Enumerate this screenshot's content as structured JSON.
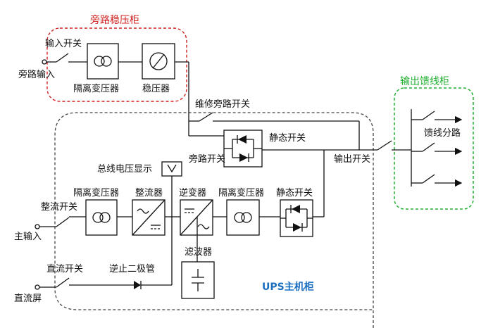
{
  "labels": {
    "bypass_cabinet": "旁路稳压柜",
    "input_switch": "输入开关",
    "bypass_input": "旁路输入",
    "isolation_transformer": "隔离变压器",
    "regulator": "稳压器",
    "maintenance_bypass_switch": "维修旁路开关",
    "static_switch": "静态开关",
    "bypass_switch": "旁路开关",
    "output_switch": "输出开关",
    "bus_voltage_display": "总线电压显示",
    "rectifier": "整流器",
    "inverter": "逆变器",
    "rectifier_switch": "整流开关",
    "main_input": "主输入",
    "filter": "滤波器",
    "dc_switch": "直流开关",
    "blocking_diode": "逆止二极管",
    "dc_screen": "直流屏",
    "ups_cabinet": "UPS主机柜",
    "output_feeder_cabinet": "输出馈线柜",
    "feeder_branch": "馈线分路"
  },
  "colors": {
    "bypass_cabinet_border": "#d02020",
    "ups_cabinet_border": "#444444",
    "feeder_cabinet_border": "#22b032",
    "ups_label": "#1a6fc0"
  }
}
